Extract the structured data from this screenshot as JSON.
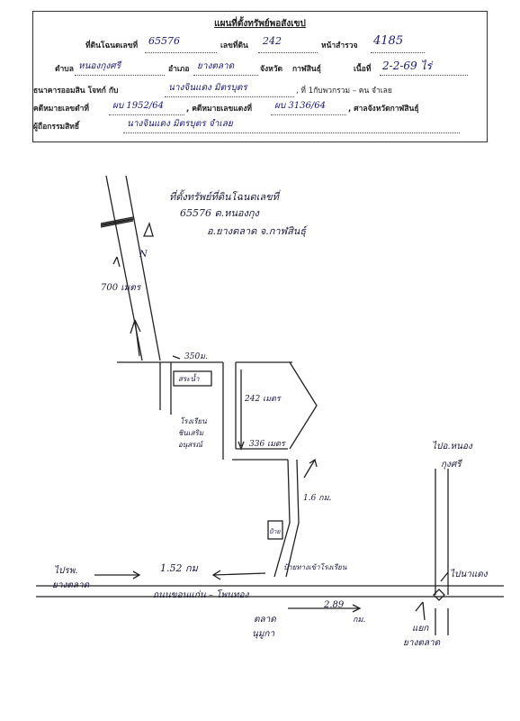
{
  "form": {
    "title": "แผนที่ตั้งทรัพย์พอสังเขป",
    "row1": {
      "deed_label": "ที่ดินโฉนดเลขที่",
      "deed_value": "65576",
      "parcel_label": "เลขที่ดิน",
      "parcel_value": "242",
      "survey_label": "หน้าสำรวจ",
      "survey_value": "4185"
    },
    "row2": {
      "tambon_label": "ตำบล",
      "tambon_value": "หนองกุงศรี",
      "amphoe_label": "อำเภอ",
      "amphoe_value": "ยางตลาด",
      "province_label": "จังหวัด",
      "province_value": "กาฬสินธุ์",
      "area_label": "เนื้อที่",
      "area_value": "2-2-69 ไร่"
    },
    "row3": {
      "bank_label": "ธนาคารออมสิน  โจทก์  กับ",
      "defendant_value": "นางจินแดง มิตรบุตร",
      "group_text": ", ที่ 1กับพวกรวม  –  คน จำเลย"
    },
    "row4": {
      "black_label": "คดีหมายเลขดำที่",
      "black_value": "ผบ 1952/64",
      "red_label": ", คดีหมายเลขแดงที่",
      "red_value": "ผบ 3136/64",
      "court_text": ", ศาลจังหวัดกาฬสินธุ์"
    },
    "row5": {
      "owner_label": "ผู้ถือกรรมสิทธิ์",
      "owner_value": "นางจินแดง  มิตรบุตร  จำเลย"
    }
  },
  "sketch": {
    "property_note_1": "ที่ตั้งทรัพย์ที่ดินโฉนดเลขที่",
    "property_note_2": "65576  ต.หนองกุง",
    "property_note_3": "อ.ยางตลาด  จ.กาฬสินธุ์",
    "north_marker": "N",
    "dist_left_side": "700 เมตร",
    "dist_350": "350ม.",
    "road_label_left": "สระน้ำ",
    "dist_242": "242 เมตร",
    "school_label_1": "โรงเรียน",
    "school_label_2": "ชินเสริม",
    "school_label_3": "อนุสรณ์",
    "dist_336": "336 เมตร",
    "dist_1_6": "1.6 กม.",
    "top_right_1": "ไปอ.หนอง",
    "top_right_2": "กุงศรี",
    "left_label_1": "ไปรพ.",
    "left_label_2": "ยางตลาด",
    "dist_1_52": "1.52 กม",
    "school_gate": "ป้ายทางเข้าโรงเรียน",
    "right_road": "ไปนาแดง",
    "main_road": "ถนนขอนแก่น – โพนทอง",
    "dist_2_89": "2.89",
    "dist_2_89_unit": "กม.",
    "bottom_left_1": "ตลาด",
    "bottom_left_2": "นุมูกา",
    "bottom_right_1": "แยก",
    "bottom_right_2": "ยางตลาด"
  }
}
